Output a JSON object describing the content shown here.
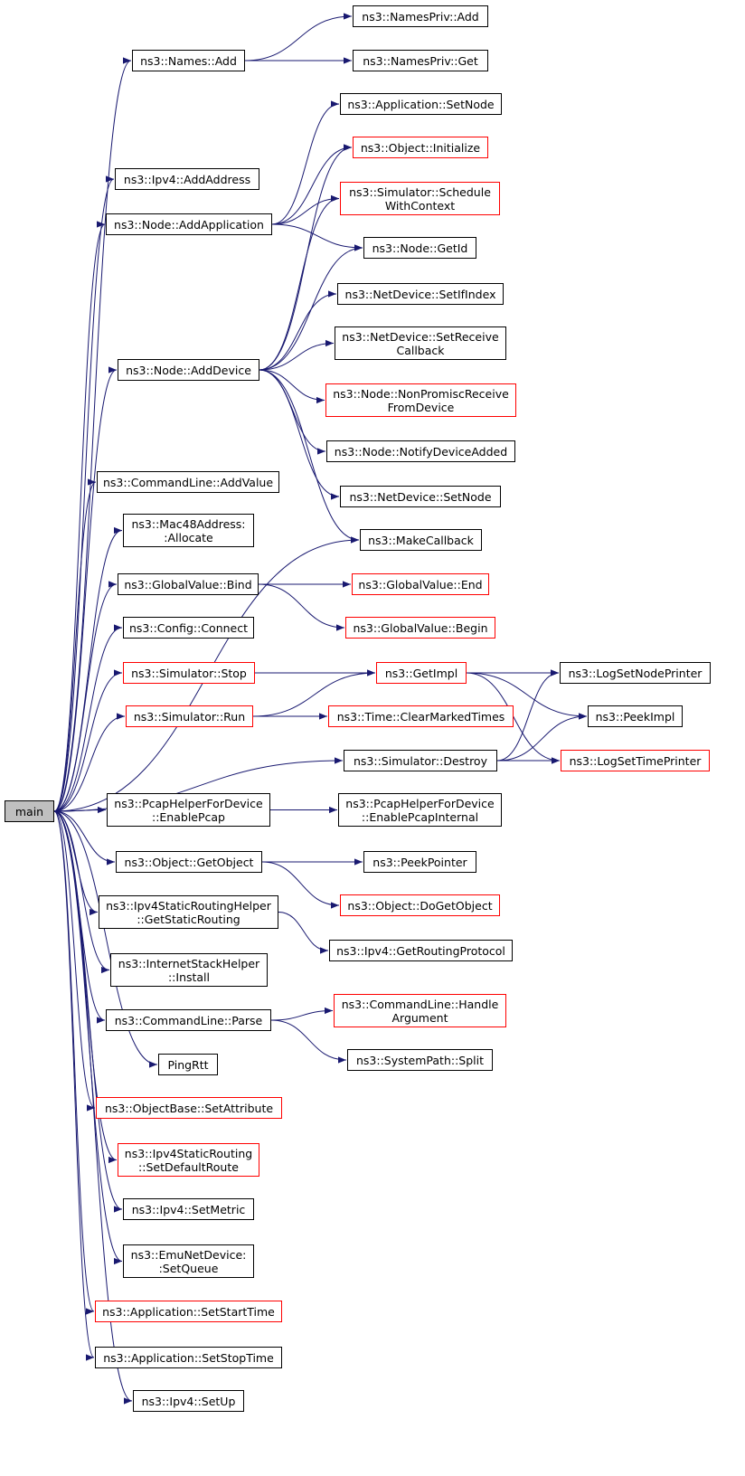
{
  "diagram": {
    "edge_color": "#191970",
    "root": "main",
    "nodes": {
      "main": {
        "label": "main",
        "border": "black"
      },
      "names_add": {
        "label": "ns3::Names::Add",
        "border": "black"
      },
      "namespriv_add": {
        "label": "ns3::NamesPriv::Add",
        "border": "black"
      },
      "namespriv_get": {
        "label": "ns3::NamesPriv::Get",
        "border": "black"
      },
      "app_setnode": {
        "label": "ns3::Application::SetNode",
        "border": "black"
      },
      "obj_initialize": {
        "label": "ns3::Object::Initialize",
        "border": "red"
      },
      "ipv4_addaddress": {
        "label": "ns3::Ipv4::AddAddress",
        "border": "black"
      },
      "sim_schedule": {
        "label": "ns3::Simulator::Schedule\nWithContext",
        "border": "red"
      },
      "node_addapp": {
        "label": "ns3::Node::AddApplication",
        "border": "black"
      },
      "node_getid": {
        "label": "ns3::Node::GetId",
        "border": "black"
      },
      "nd_setifindex": {
        "label": "ns3::NetDevice::SetIfIndex",
        "border": "black"
      },
      "nd_setreceive": {
        "label": "ns3::NetDevice::SetReceive\nCallback",
        "border": "black"
      },
      "node_adddevice": {
        "label": "ns3::Node::AddDevice",
        "border": "black"
      },
      "node_nonpromisc": {
        "label": "ns3::Node::NonPromiscReceive\nFromDevice",
        "border": "red"
      },
      "node_notify": {
        "label": "ns3::Node::NotifyDeviceAdded",
        "border": "black"
      },
      "nd_setnode": {
        "label": "ns3::NetDevice::SetNode",
        "border": "black"
      },
      "cl_addvalue": {
        "label": "ns3::CommandLine::AddValue",
        "border": "black"
      },
      "makecallback": {
        "label": "ns3::MakeCallback",
        "border": "black"
      },
      "mac48_allocate": {
        "label": "ns3::Mac48Address:\n:Allocate",
        "border": "black"
      },
      "gv_bind": {
        "label": "ns3::GlobalValue::Bind",
        "border": "black"
      },
      "gv_end": {
        "label": "ns3::GlobalValue::End",
        "border": "red"
      },
      "config_connect": {
        "label": "ns3::Config::Connect",
        "border": "black"
      },
      "gv_begin": {
        "label": "ns3::GlobalValue::Begin",
        "border": "red"
      },
      "sim_stop": {
        "label": "ns3::Simulator::Stop",
        "border": "red"
      },
      "getimpl": {
        "label": "ns3::GetImpl",
        "border": "red"
      },
      "logsetnodeprinter": {
        "label": "ns3::LogSetNodePrinter",
        "border": "black"
      },
      "sim_run": {
        "label": "ns3::Simulator::Run",
        "border": "red"
      },
      "time_clearmarked": {
        "label": "ns3::Time::ClearMarkedTimes",
        "border": "red"
      },
      "peekimpl": {
        "label": "ns3::PeekImpl",
        "border": "black"
      },
      "sim_destroy": {
        "label": "ns3::Simulator::Destroy",
        "border": "black"
      },
      "logsettimeprinter": {
        "label": "ns3::LogSetTimePrinter",
        "border": "red"
      },
      "pcap_enable": {
        "label": "ns3::PcapHelperForDevice\n::EnablePcap",
        "border": "black"
      },
      "pcap_enableinternal": {
        "label": "ns3::PcapHelperForDevice\n::EnablePcapInternal",
        "border": "black"
      },
      "obj_getobject": {
        "label": "ns3::Object::GetObject",
        "border": "black"
      },
      "peekpointer": {
        "label": "ns3::PeekPointer",
        "border": "black"
      },
      "obj_dogetobject": {
        "label": "ns3::Object::DoGetObject",
        "border": "red"
      },
      "ipv4srh_getstatic": {
        "label": "ns3::Ipv4StaticRoutingHelper\n::GetStaticRouting",
        "border": "black"
      },
      "ipv4_getrouting": {
        "label": "ns3::Ipv4::GetRoutingProtocol",
        "border": "black"
      },
      "ish_install": {
        "label": "ns3::InternetStackHelper\n::Install",
        "border": "black"
      },
      "cl_handlearg": {
        "label": "ns3::CommandLine::Handle\nArgument",
        "border": "red"
      },
      "cl_parse": {
        "label": "ns3::CommandLine::Parse",
        "border": "black"
      },
      "pingrtt": {
        "label": "PingRtt",
        "border": "black"
      },
      "syspath_split": {
        "label": "ns3::SystemPath::Split",
        "border": "black"
      },
      "objbase_setattr": {
        "label": "ns3::ObjectBase::SetAttribute",
        "border": "red"
      },
      "ipv4sr_setdefault": {
        "label": "ns3::Ipv4StaticRouting\n::SetDefaultRoute",
        "border": "red"
      },
      "ipv4_setmetric": {
        "label": "ns3::Ipv4::SetMetric",
        "border": "black"
      },
      "emu_setqueue": {
        "label": "ns3::EmuNetDevice:\n:SetQueue",
        "border": "black"
      },
      "app_setstart": {
        "label": "ns3::Application::SetStartTime",
        "border": "red"
      },
      "app_setstop": {
        "label": "ns3::Application::SetStopTime",
        "border": "black"
      },
      "ipv4_setup": {
        "label": "ns3::Ipv4::SetUp",
        "border": "black"
      }
    },
    "edges": [
      [
        "main",
        "names_add"
      ],
      [
        "main",
        "ipv4_addaddress"
      ],
      [
        "main",
        "node_addapp"
      ],
      [
        "main",
        "node_adddevice"
      ],
      [
        "main",
        "makecallback"
      ],
      [
        "main",
        "cl_addvalue"
      ],
      [
        "main",
        "mac48_allocate"
      ],
      [
        "main",
        "gv_bind"
      ],
      [
        "main",
        "config_connect"
      ],
      [
        "main",
        "sim_stop"
      ],
      [
        "main",
        "sim_run"
      ],
      [
        "main",
        "sim_destroy"
      ],
      [
        "main",
        "pcap_enable"
      ],
      [
        "main",
        "obj_getobject"
      ],
      [
        "main",
        "ipv4srh_getstatic"
      ],
      [
        "main",
        "ish_install"
      ],
      [
        "main",
        "cl_parse"
      ],
      [
        "main",
        "pingrtt"
      ],
      [
        "main",
        "objbase_setattr"
      ],
      [
        "main",
        "ipv4sr_setdefault"
      ],
      [
        "main",
        "ipv4_setmetric"
      ],
      [
        "main",
        "emu_setqueue"
      ],
      [
        "main",
        "app_setstart"
      ],
      [
        "main",
        "app_setstop"
      ],
      [
        "main",
        "ipv4_setup"
      ],
      [
        "names_add",
        "namespriv_add"
      ],
      [
        "names_add",
        "namespriv_get"
      ],
      [
        "node_addapp",
        "app_setnode"
      ],
      [
        "node_addapp",
        "obj_initialize"
      ],
      [
        "node_addapp",
        "sim_schedule"
      ],
      [
        "node_addapp",
        "node_getid"
      ],
      [
        "node_adddevice",
        "obj_initialize"
      ],
      [
        "node_adddevice",
        "sim_schedule"
      ],
      [
        "node_adddevice",
        "node_getid"
      ],
      [
        "node_adddevice",
        "nd_setifindex"
      ],
      [
        "node_adddevice",
        "nd_setreceive"
      ],
      [
        "node_adddevice",
        "node_nonpromisc"
      ],
      [
        "node_adddevice",
        "node_notify"
      ],
      [
        "node_adddevice",
        "nd_setnode"
      ],
      [
        "node_adddevice",
        "makecallback"
      ],
      [
        "gv_bind",
        "gv_end"
      ],
      [
        "gv_bind",
        "gv_begin"
      ],
      [
        "sim_stop",
        "getimpl"
      ],
      [
        "sim_run",
        "getimpl"
      ],
      [
        "sim_run",
        "time_clearmarked"
      ],
      [
        "getimpl",
        "logsetnodeprinter"
      ],
      [
        "getimpl",
        "peekimpl"
      ],
      [
        "getimpl",
        "logsettimeprinter"
      ],
      [
        "sim_destroy",
        "logsetnodeprinter"
      ],
      [
        "sim_destroy",
        "peekimpl"
      ],
      [
        "sim_destroy",
        "logsettimeprinter"
      ],
      [
        "pcap_enable",
        "pcap_enableinternal"
      ],
      [
        "obj_getobject",
        "peekpointer"
      ],
      [
        "obj_getobject",
        "obj_dogetobject"
      ],
      [
        "ipv4srh_getstatic",
        "ipv4_getrouting"
      ],
      [
        "cl_parse",
        "cl_handlearg"
      ],
      [
        "cl_parse",
        "syspath_split"
      ]
    ]
  }
}
